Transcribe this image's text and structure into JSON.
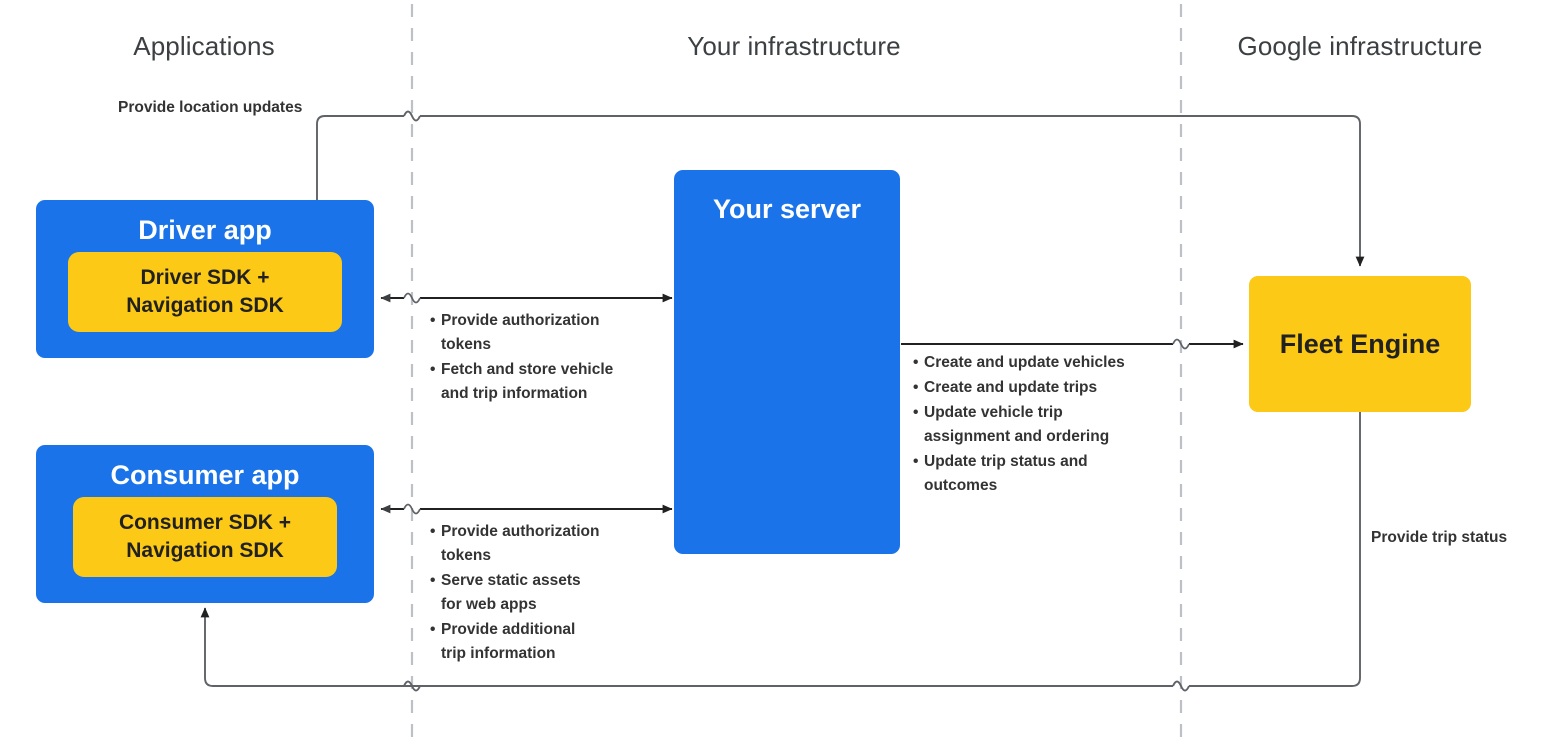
{
  "columns": [
    {
      "id": "applications",
      "label": "Applications"
    },
    {
      "id": "your-infrastructure",
      "label": "Your infrastructure"
    },
    {
      "id": "google-infrastructure",
      "label": "Google infrastructure"
    }
  ],
  "nodes": {
    "driver_app": {
      "title": "Driver app",
      "sdk": "Driver SDK +\nNavigation SDK"
    },
    "consumer_app": {
      "title": "Consumer app",
      "sdk": "Consumer SDK +\nNavigation SDK"
    },
    "your_server": {
      "title": "Your server"
    },
    "fleet_engine": {
      "title": "Fleet Engine"
    }
  },
  "edges": {
    "location_updates": {
      "label": "Provide location updates"
    },
    "trip_status": {
      "label": "Provide trip status"
    },
    "driver_server": {
      "bullets": [
        "Provide authorization\ntokens",
        "Fetch and store vehicle\nand trip information"
      ]
    },
    "consumer_server": {
      "bullets": [
        "Provide authorization\ntokens",
        "Serve static assets\nfor web apps",
        "Provide additional\ntrip information"
      ]
    },
    "server_fleet": {
      "bullets": [
        "Create and update vehicles",
        "Create and update trips",
        "Update vehicle trip\nassignment and ordering",
        "Update trip status and\noutcomes"
      ]
    }
  },
  "colors": {
    "blue": "#1a73e8",
    "yellow": "#fcc916",
    "text_dark": "#333333",
    "header_gray": "#3c4043",
    "line": "#5f6368",
    "divider": "#bdc1c6"
  }
}
